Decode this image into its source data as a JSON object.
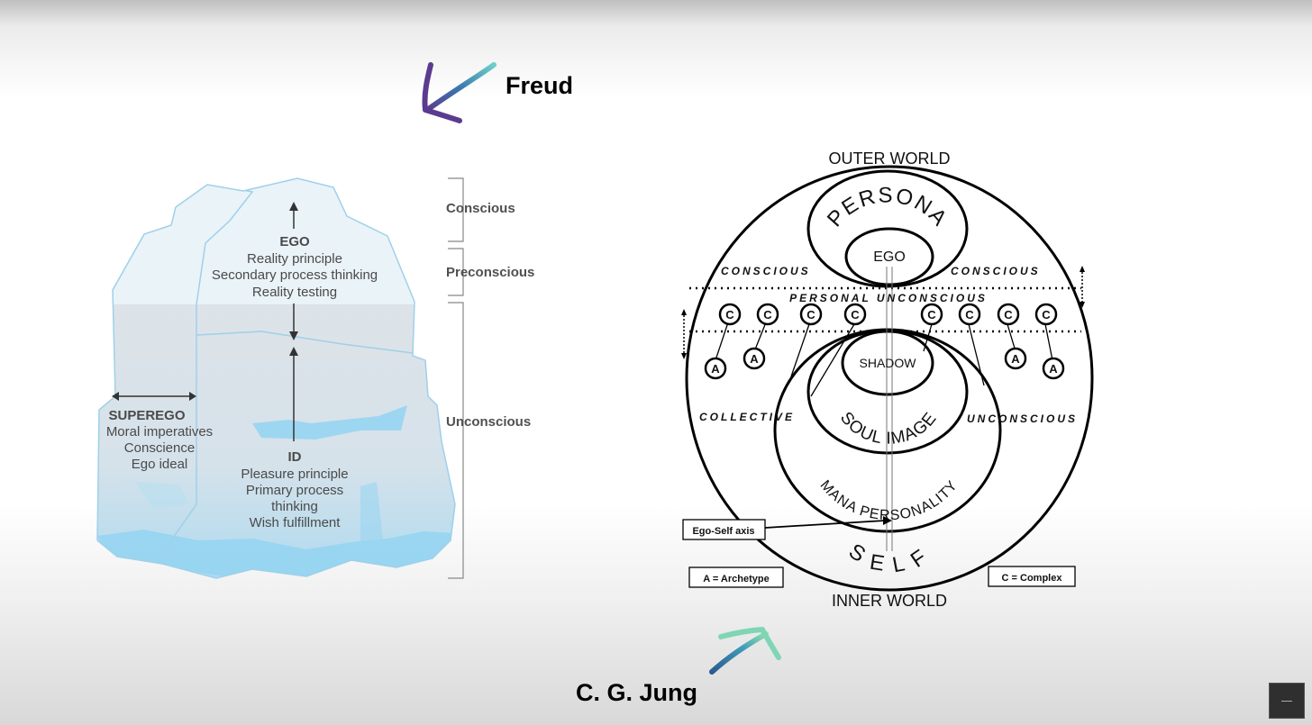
{
  "labels": {
    "freud": "Freud",
    "jung": "C. G. Jung"
  },
  "freud_iceberg": {
    "ego": {
      "heading": "EGO",
      "lines": [
        "Reality principle",
        "Secondary process thinking",
        "Reality testing"
      ]
    },
    "superego": {
      "heading": "SUPEREGO",
      "lines": [
        "Moral imperatives",
        "Conscience",
        "Ego ideal"
      ]
    },
    "id": {
      "heading": "ID",
      "lines": [
        "Pleasure principle",
        "Primary process",
        "thinking",
        "Wish fulfillment"
      ]
    },
    "levels": [
      "Conscious",
      "Preconscious",
      "Unconscious"
    ]
  },
  "jung_psyche": {
    "outer_world": "OUTER WORLD",
    "inner_world": "INNER WORLD",
    "persona": "PERSONA",
    "ego": "EGO",
    "conscious_left": "CONSCIOUS",
    "conscious_right": "CONSCIOUS",
    "personal_unconscious": "PERSONAL UNCONSCIOUS",
    "complex_marker": "C",
    "archetype_marker": "A",
    "shadow": "SHADOW",
    "soul_image": "SOUL IMAGE",
    "mana_personality": "MANA PERSONALITY",
    "collective": "COLLECTIVE",
    "unconscious_right": "UNCONSCIOUS",
    "self": "SELF",
    "ego_self_axis": "Ego-Self axis",
    "legend_archetype": "A = Archetype",
    "legend_complex": "C = Complex"
  },
  "colors": {
    "ice_light": "#eaf3f8",
    "ice_shadow": "#d9e0e6",
    "ice_edge": "#9fd0ea",
    "ice_bright": "#8fd3f2",
    "arrow_freud_start": "#5b3b8f",
    "arrow_freud_end": "#6fd0c8",
    "arrow_jung_start": "#2b5b8f",
    "arrow_jung_end": "#8fe0b0"
  }
}
